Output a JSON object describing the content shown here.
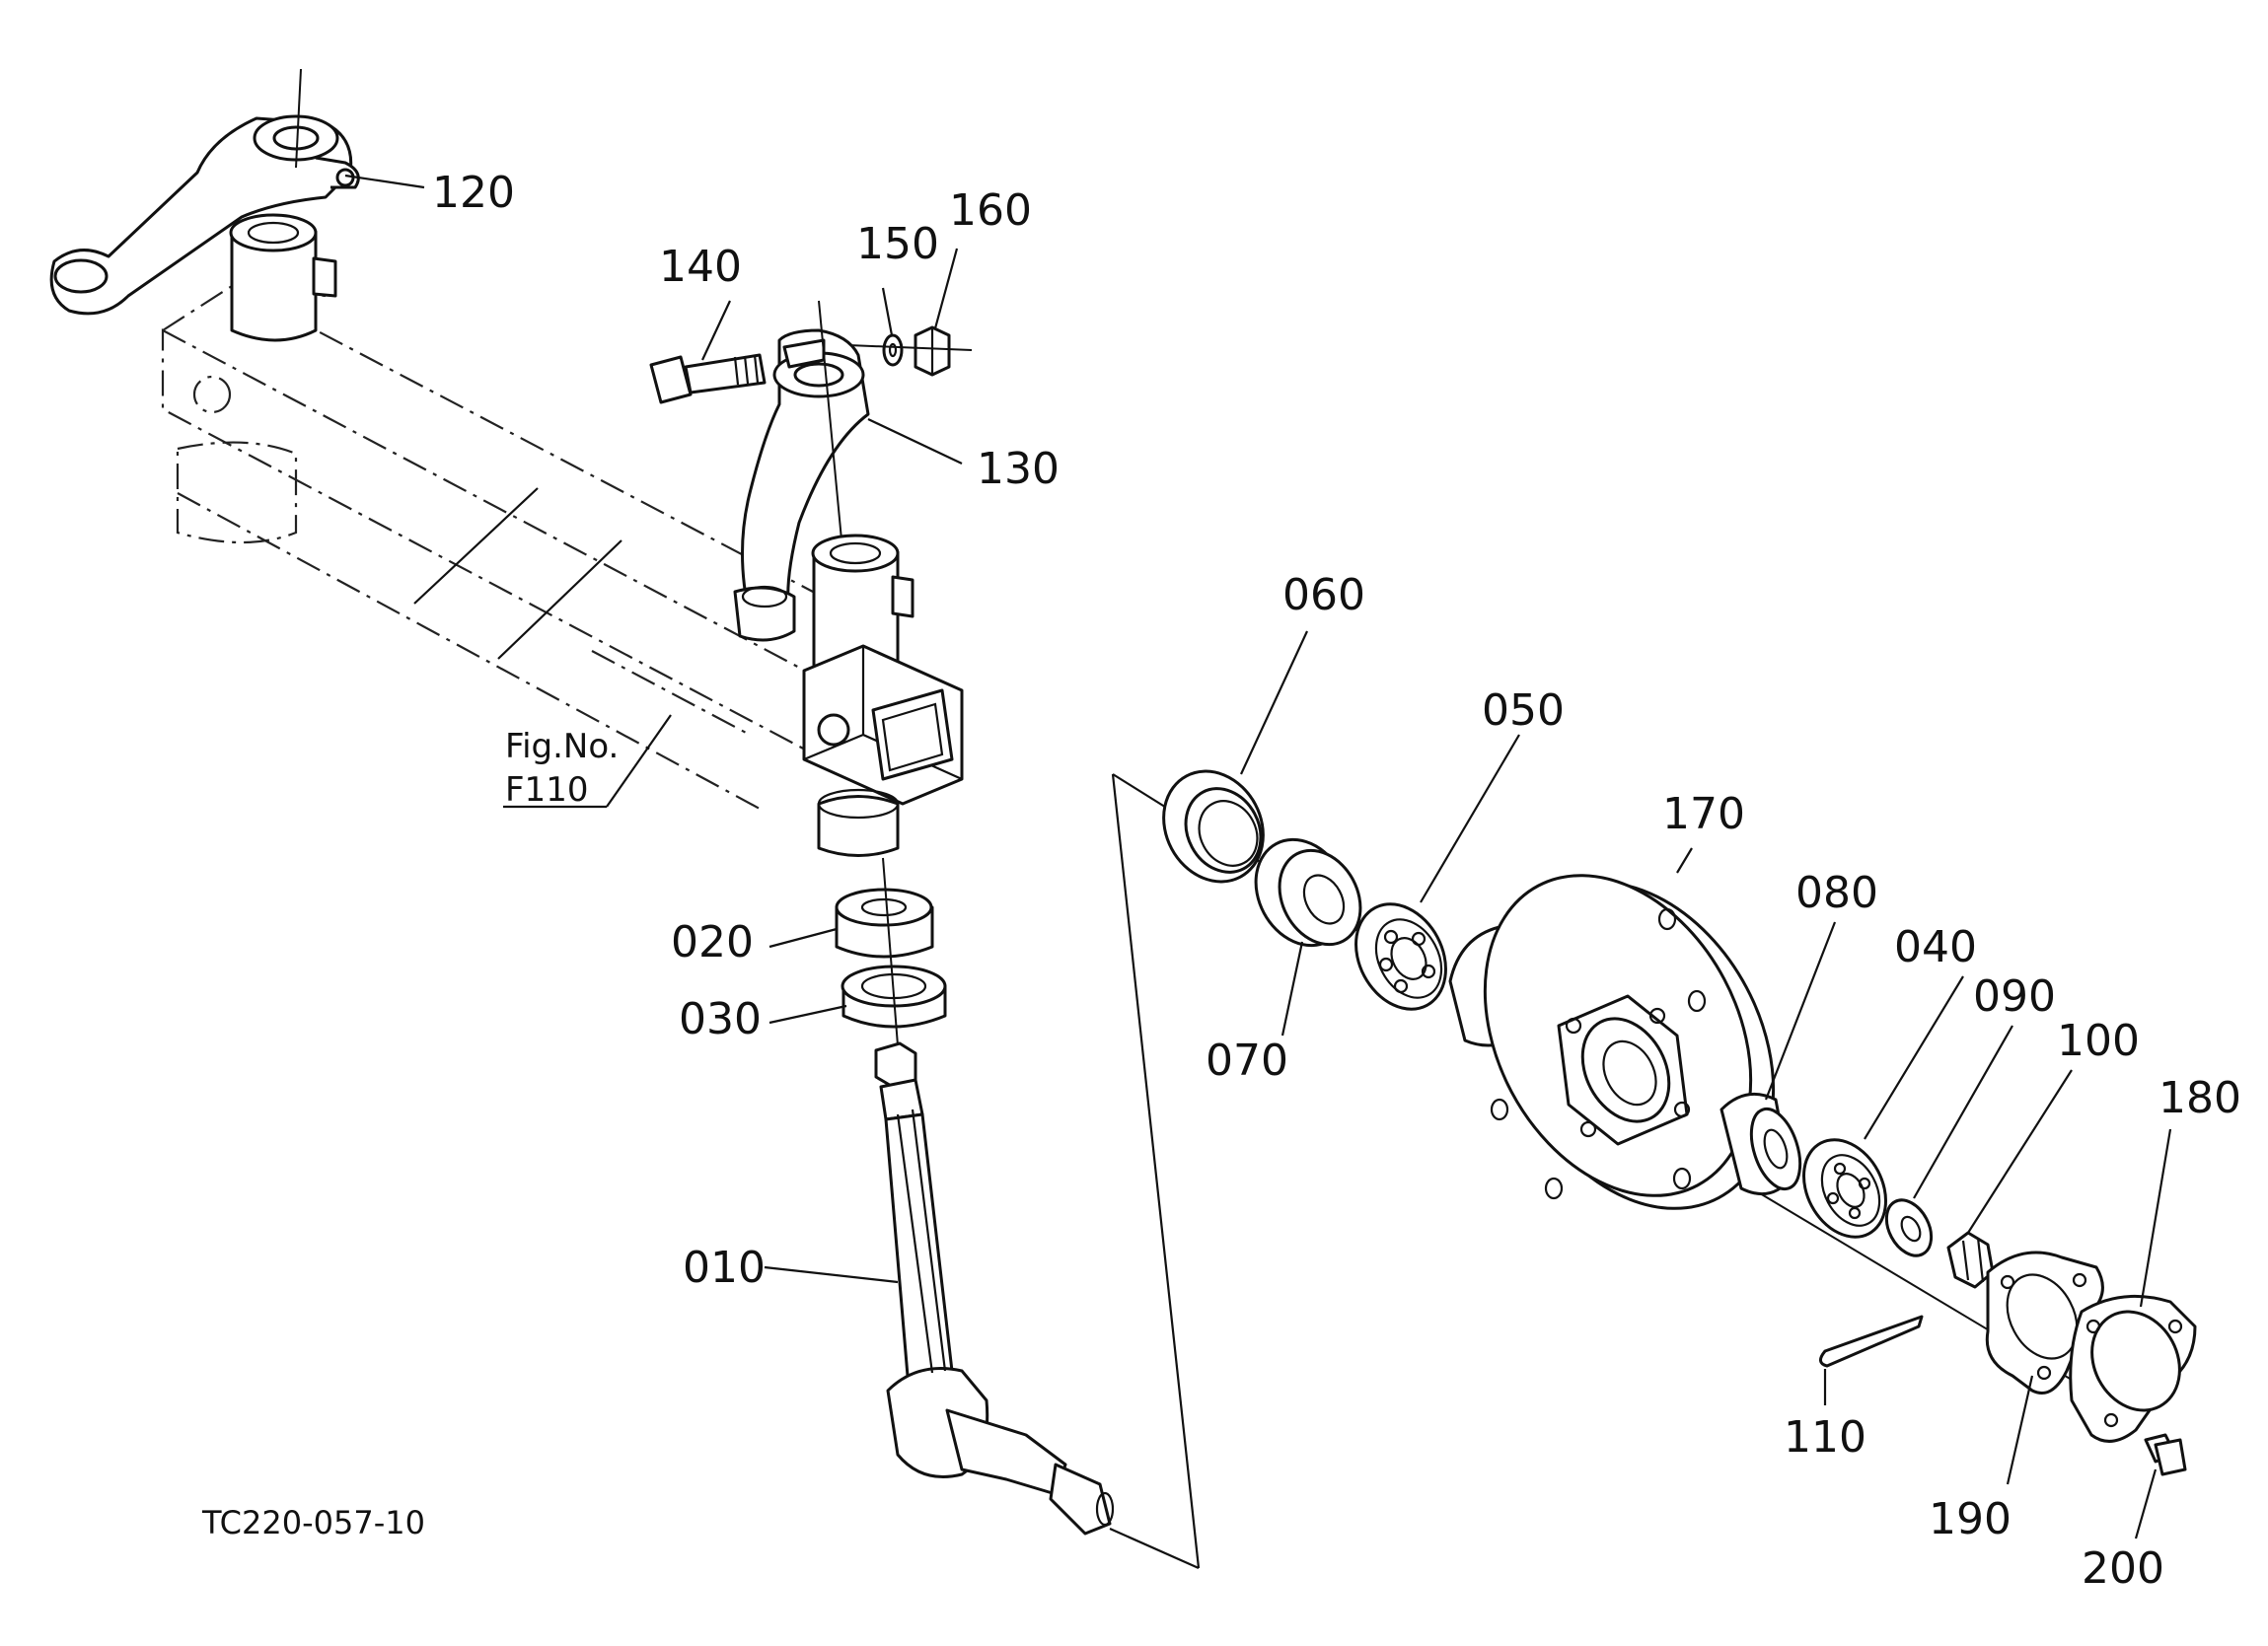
{
  "figure_ref": {
    "line1": "Fig.No.",
    "line2": "F110"
  },
  "drawing_code": "TC220-057-10",
  "parts": {
    "p010": "010",
    "p020": "020",
    "p030": "030",
    "p040": "040",
    "p050": "050",
    "p060": "060",
    "p070": "070",
    "p080": "080",
    "p090": "090",
    "p100": "100",
    "p110": "110",
    "p120": "120",
    "p130": "130",
    "p140": "140",
    "p150": "150",
    "p160": "160",
    "p170": "170",
    "p180": "180",
    "p190": "190",
    "p200": "200"
  }
}
